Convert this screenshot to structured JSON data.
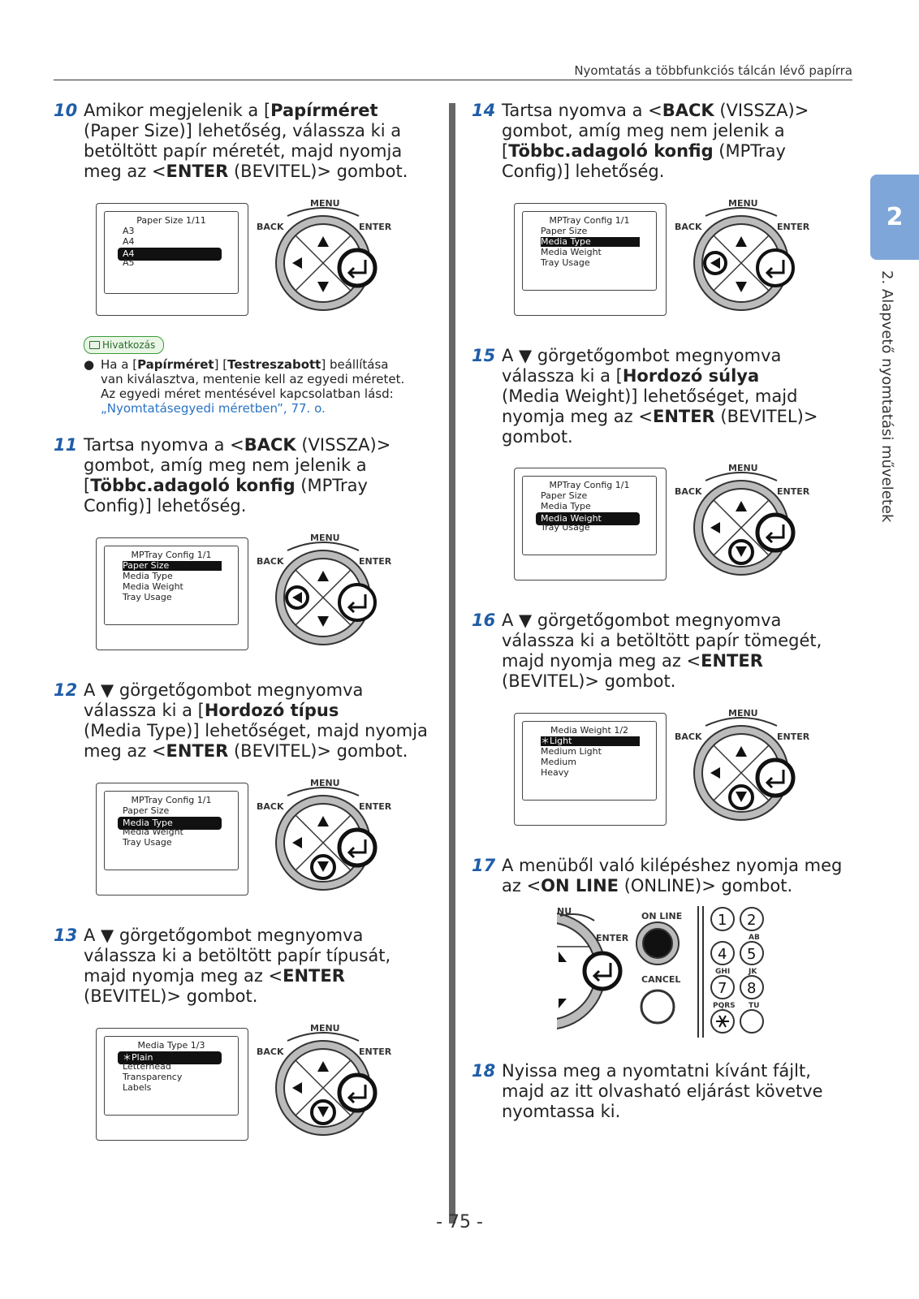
{
  "header": {
    "title": "Nyomtatás a többfunkciós tálcán lévő papírra"
  },
  "chapter": {
    "tab_number": "2",
    "side_title": "2. Alapvető nyomtatási műveletek"
  },
  "controls": {
    "menu": "MENU",
    "back": "BACK",
    "enter": "ENTER",
    "online": "ON LINE",
    "cancel": "CANCEL"
  },
  "keypad": {
    "keys": [
      "1",
      "2",
      "4",
      "5",
      "7",
      "8"
    ],
    "letters": [
      "AB",
      "GHI",
      "JK",
      "PQRS",
      "TU"
    ]
  },
  "steps": {
    "s10": {
      "num": "10",
      "lines": [
        "Amikor megjelenik a [<b>Papírméret</b>",
        "(Paper Size)] lehetőség, válassza ki a",
        "betöltött papír méretét, majd nyomja",
        "meg az <<b>ENTER</b> (BEVITEL)> gombot."
      ]
    },
    "s11": {
      "num": "11",
      "lines": [
        "Tartsa nyomva a <<b>BACK</b> (VISSZA)>",
        "gombot, amíg meg nem jelenik a",
        "[<b>Többc.adagoló konfig</b> (MPTray",
        "Config)] lehetőség."
      ]
    },
    "s12": {
      "num": "12",
      "lines": [
        "A ▼ görgetőgombot megnyomva",
        "válassza ki a [<b>Hordozó típus</b>",
        "(Media Type)] lehetőséget, majd nyomja",
        "meg az <<b>ENTER</b> (BEVITEL)> gombot."
      ]
    },
    "s13": {
      "num": "13",
      "lines": [
        "A ▼ görgetőgombot megnyomva",
        "válassza ki a betöltött papír típusát,",
        "majd nyomja meg az <<b>ENTER</b>",
        "(BEVITEL)> gombot."
      ]
    },
    "s14": {
      "num": "14",
      "lines": [
        "Tartsa nyomva a <<b>BACK</b> (VISSZA)>",
        "gombot, amíg meg nem jelenik a",
        "[<b>Többc.adagoló konfig</b> (MPTray",
        "Config)] lehetőség."
      ]
    },
    "s15": {
      "num": "15",
      "lines": [
        "A ▼ görgetőgombot megnyomva",
        "válassza ki a [<b>Hordozó súlya</b>",
        "(Media Weight)] lehetőséget, majd",
        "nyomja meg az <<b>ENTER</b> (BEVITEL)>",
        "gombot."
      ]
    },
    "s16": {
      "num": "16",
      "lines": [
        "A ▼ görgetőgombot megnyomva",
        "válassza ki a betöltött papír tömegét,",
        "majd nyomja meg az <<b>ENTER</b>",
        "(BEVITEL)> gombot."
      ]
    },
    "s17": {
      "num": "17",
      "lines": [
        "A menüből való kilépéshez nyomja meg",
        "az <<b>ON LINE</b> (ONLINE)> gombot."
      ]
    },
    "s18": {
      "num": "18",
      "lines": [
        "Nyissa meg a nyomtatni kívánt fájlt,",
        "majd az itt olvasható eljárást követve",
        "nyomtassa ki."
      ]
    }
  },
  "lcd": {
    "s10": {
      "title": "Paper Size    1/11",
      "items": [
        "A3",
        "A4",
        "A4",
        "A5"
      ]
    },
    "s11": {
      "title": "MPTray Config   1/1",
      "items": [
        "Paper Size",
        "Media Type",
        "Media Weight",
        "Tray Usage"
      ]
    },
    "s12": {
      "title": "MPTray Config   1/1",
      "items": [
        "Paper Size",
        "Media Type",
        "Media  Weight",
        "Tray Usage"
      ]
    },
    "s13": {
      "title": "Media Type    1/3",
      "items": [
        "＊Plain",
        "Letterhead",
        "Transparency",
        "Labels"
      ]
    },
    "s14": {
      "title": "MPTray Config   1/1",
      "items": [
        "Paper Size",
        "Media Type",
        "Media  Weight",
        "Tray Usage"
      ]
    },
    "s15": {
      "title": "MPTray Config   1/1",
      "items": [
        "Paper Size",
        "Media Type",
        "Media Weight",
        "Tray Usage"
      ]
    },
    "s16": {
      "title": "Media Weight   1/2",
      "items": [
        "＊Light",
        "Medium Light",
        "Medium",
        "Heavy"
      ]
    }
  },
  "note": {
    "badge": "Hivatkozás",
    "bullet": "●",
    "lines": [
      "Ha a [<b>Papírméret</b>] [<b>Testreszabott</b>] beállítása",
      "van kiválasztva, mentenie kell az egyedi méretet.",
      "Az egyedi méret mentésével kapcsolatban lásd:"
    ],
    "link": "„Nyomtatásegyedi méretben”, 77. o."
  },
  "page": {
    "number": "- 75 -"
  }
}
